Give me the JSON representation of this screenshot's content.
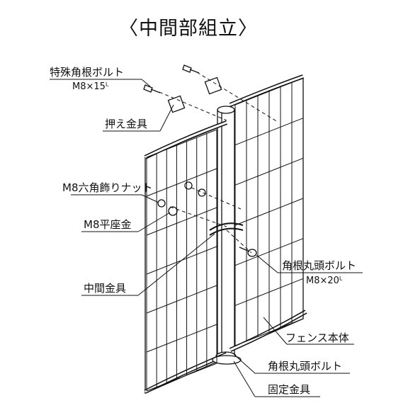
{
  "title": "〈中間部組立〉",
  "labels": {
    "special_bolt": "特殊角根ボルト",
    "special_bolt_size": "M8×15ᴸ",
    "press_fitting": "押え金具",
    "hex_nut": "M8六角飾りナット",
    "washer": "M8平座金",
    "middle_fitting": "中間金具",
    "round_head_bolt_1": "角根丸頭ボルト",
    "round_head_bolt_1_size": "M8×20ᴸ",
    "fence_body": "フェンス本体",
    "round_head_bolt_2": "角根丸頭ボルト",
    "fixing_fitting": "固定金具"
  }
}
